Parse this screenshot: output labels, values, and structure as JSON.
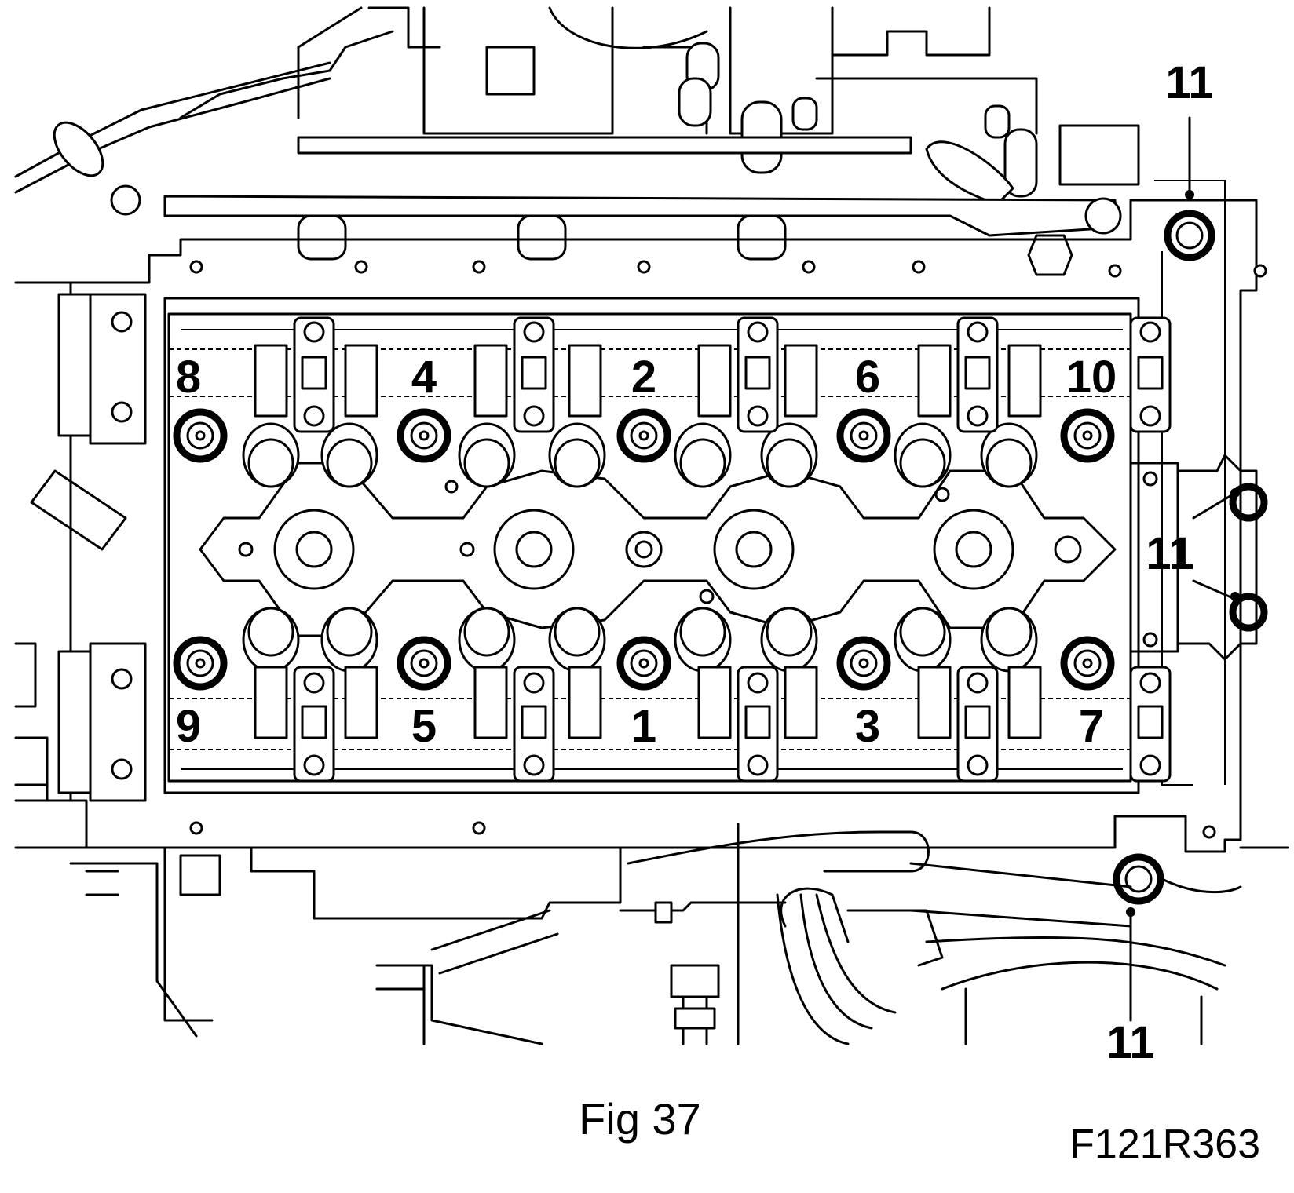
{
  "figure": {
    "labels": {
      "bolt_1": "1",
      "bolt_2": "2",
      "bolt_3": "3",
      "bolt_4": "4",
      "bolt_5": "5",
      "bolt_6": "6",
      "bolt_7": "7",
      "bolt_8": "8",
      "bolt_9": "9",
      "bolt_10": "10",
      "bolt_11_top": "11",
      "bolt_11_side": "11",
      "bolt_11_bottom": "11"
    },
    "caption": "Fig 37",
    "code": "F121R363"
  }
}
